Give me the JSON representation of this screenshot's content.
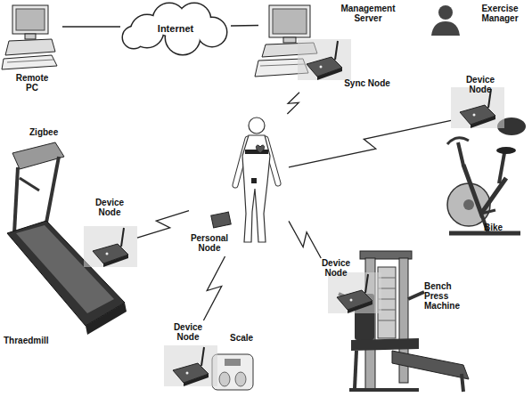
{
  "diagram": {
    "nodes": [
      {
        "text": [
          "Remote PC"
        ]
      },
      {
        "text": [
          "Internet"
        ]
      },
      {
        "text": [
          "Management Server"
        ]
      },
      {
        "text": [
          "Sync Node"
        ]
      },
      {
        "text": [
          "Exercise Manager"
        ]
      },
      {
        "text": [
          "Personal Node"
        ]
      },
      {
        "text": [
          "Device Node"
        ]
      },
      {
        "text": [
          "Device Node"
        ]
      },
      {
        "text": [
          "Device Node"
        ]
      },
      {
        "text": [
          "Device Node"
        ]
      }
    ],
    "edges": [
      {
        "from": 0,
        "to": 1,
        "arrow": "none"
      },
      {
        "from": 1,
        "to": 2,
        "arrow": "none"
      },
      {
        "from": 5,
        "to": 3,
        "arrow": "none"
      },
      {
        "from": 5,
        "to": 9,
        "arrow": "none"
      },
      {
        "from": 5,
        "to": 6,
        "arrow": "none"
      },
      {
        "from": 5,
        "to": 8,
        "arrow": "none"
      },
      {
        "from": 5,
        "to": 7,
        "arrow": "none"
      }
    ],
    "labels": [
      "Zigbee",
      "Thraedmill",
      "Scale",
      "Bike",
      "Bench Press Machine"
    ]
  }
}
